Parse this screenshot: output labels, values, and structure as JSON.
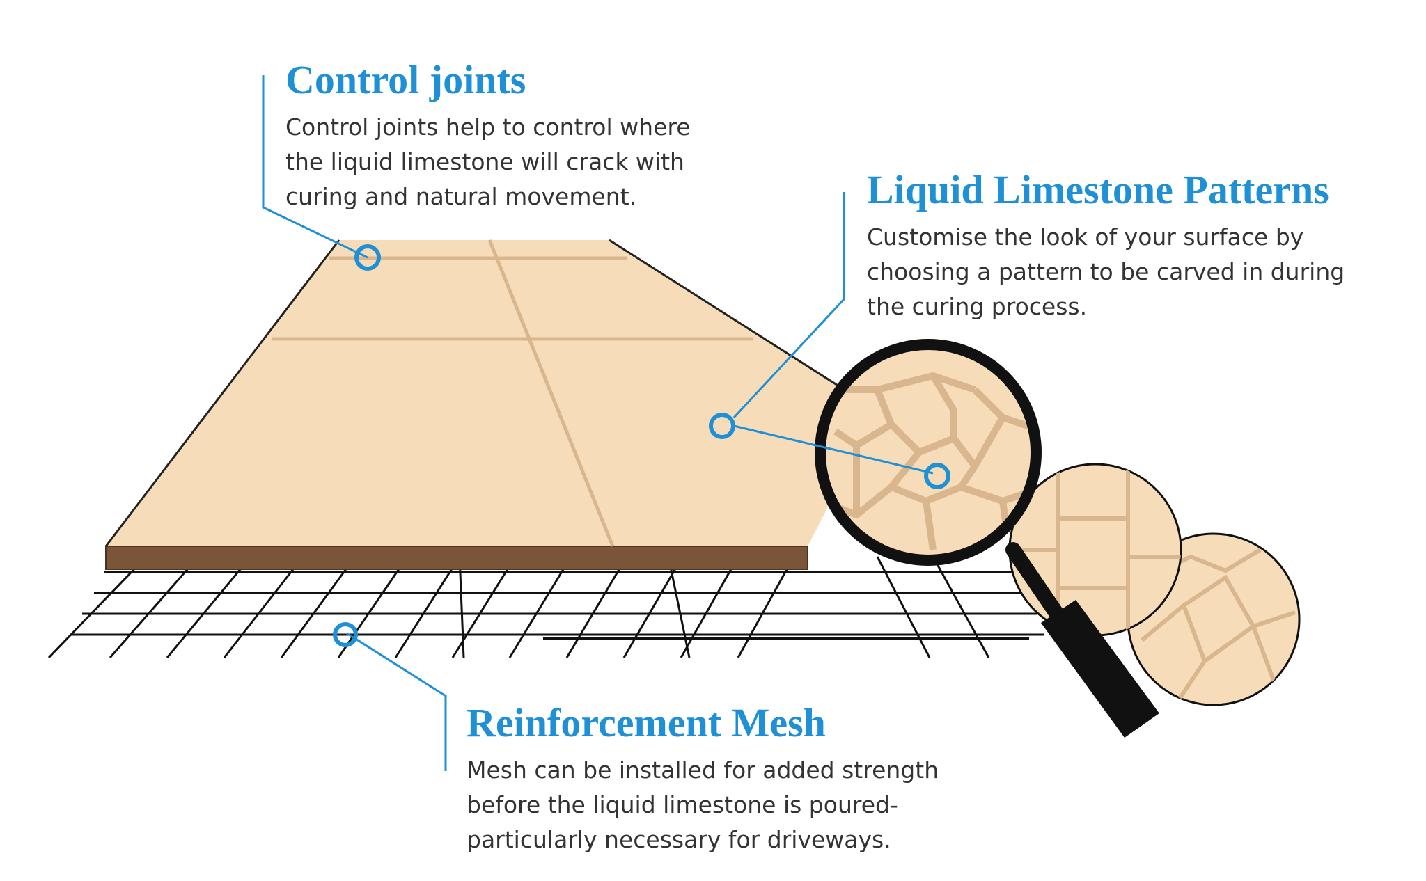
{
  "colors": {
    "accent": "#1f8fd6",
    "slab_fill": "#f6dcb8",
    "slab_edge": "#7a5538",
    "joint_line": "#d9b68d",
    "text": "#333333",
    "lens_ring": "#111111"
  },
  "callouts": {
    "control_joints": {
      "title": "Control joints",
      "lines": [
        "Control joints help to control where",
        "the liquid limestone will crack with",
        "curing and natural movement."
      ]
    },
    "patterns": {
      "title": "Liquid Limestone Patterns",
      "lines": [
        "Customise the look of your surface by",
        "choosing a pattern to be carved in during",
        "the curing process."
      ]
    },
    "mesh": {
      "title": "Reinforcement Mesh",
      "lines": [
        "Mesh can be installed for added strength",
        "before the liquid limestone is poured-",
        "particularly necessary for driveways."
      ]
    }
  },
  "icons": [
    "magnifying-glass-icon",
    "pattern-swatch-icon"
  ]
}
